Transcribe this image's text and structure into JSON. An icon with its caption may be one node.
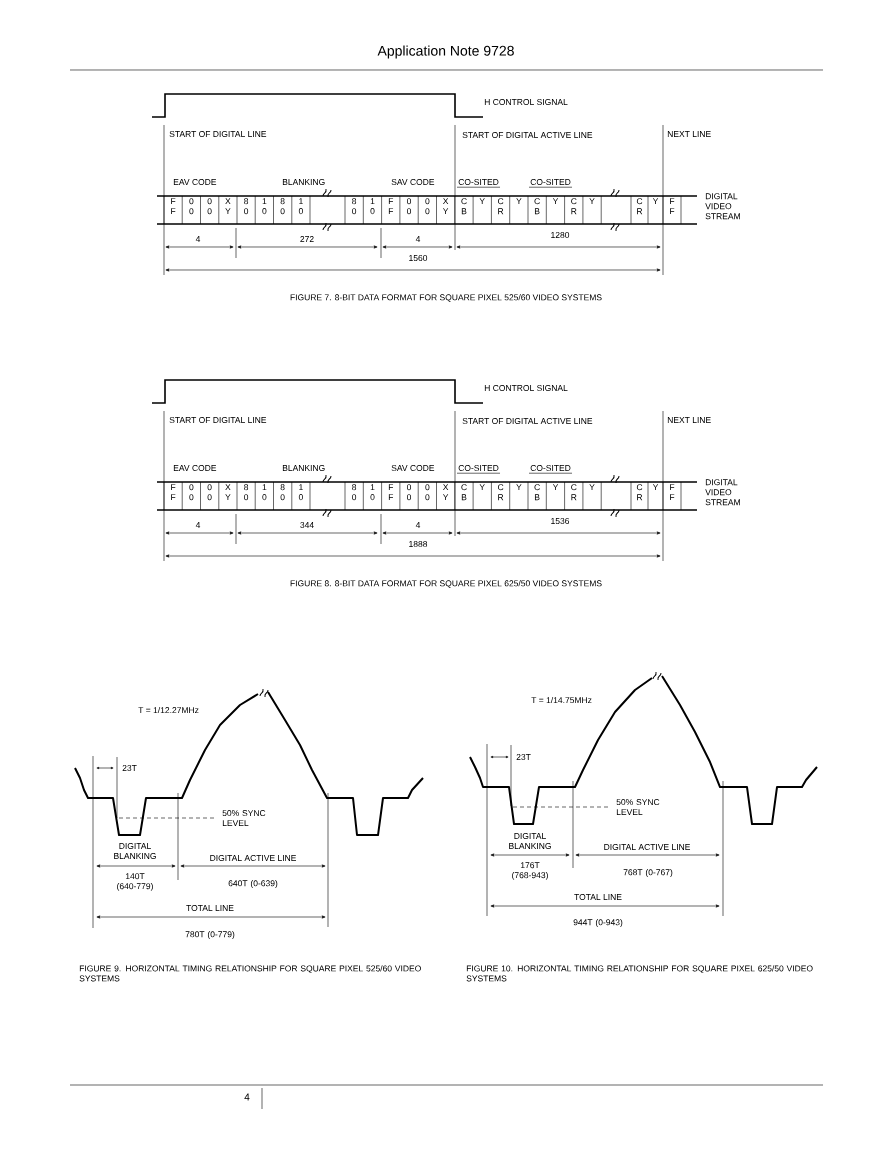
{
  "diagram": {
    "title": "Application Note 9728",
    "labels": [
      "H CONTROL SIGNAL",
      "START OF DIGITAL LINE",
      "START OF DIGITAL ACTIVE LINE",
      "NEXT LINE",
      "EAV CODE",
      "BLANKING",
      "SAV CODE",
      "CO-SITED",
      "CO-SITED",
      "DIGITAL VIDEO STREAM",
      "F F",
      "0 0",
      "0 0",
      "X Y",
      "8 0",
      "1 0",
      "8 0",
      "1 0",
      "8 0",
      "1 0",
      "F F",
      "0 0",
      "0 0",
      "X Y",
      "C B",
      "Y",
      "C R",
      "Y",
      "C B",
      "Y",
      "C R",
      "Y",
      "C R",
      "Y",
      "F F",
      "4",
      "272",
      "4",
      "1280",
      "1560",
      "FIGURE 7. 8-BIT DATA FORMAT FOR SQUARE PIXEL 525/60 VIDEO SYSTEMS",
      "H CONTROL SIGNAL",
      "START OF DIGITAL LINE",
      "START OF DIGITAL ACTIVE LINE",
      "NEXT LINE",
      "EAV CODE",
      "BLANKING",
      "SAV CODE",
      "CO-SITED",
      "CO-SITED",
      "DIGITAL VIDEO STREAM",
      "F F",
      "0 0",
      "0 0",
      "X Y",
      "8 0",
      "1 0",
      "8 0",
      "1 0",
      "8 0",
      "1 0",
      "F F",
      "0 0",
      "0 0",
      "X Y",
      "C B",
      "Y",
      "C R",
      "Y",
      "C B",
      "Y",
      "C R",
      "Y",
      "C R",
      "Y",
      "F F",
      "4",
      "344",
      "4",
      "1536",
      "1888",
      "FIGURE 8. 8-BIT DATA FORMAT FOR SQUARE PIXEL 625/50 VIDEO SYSTEMS",
      "T = 1/12.27MHz",
      "23T",
      "50% SYNC LEVEL",
      "DIGITAL BLANKING",
      "DIGITAL ACTIVE LINE",
      "140T (640-779)",
      "640T (0-639)",
      "TOTAL LINE",
      "780T (0-779)",
      "FIGURE 9. HORIZONTAL TIMING RELATIONSHIP FOR SQUARE PIXEL 525/60 VIDEO SYSTEMS",
      "T = 1/14.75MHz",
      "23T",
      "50% SYNC LEVEL",
      "DIGITAL BLANKING",
      "DIGITAL ACTIVE LINE",
      "176T (768-943)",
      "768T (0-767)",
      "TOTAL LINE",
      "944T (0-943)",
      "FIGURE 10. HORIZONTAL TIMING RELATIONSHIP FOR SQUARE PIXEL 625/50 VIDEO SYSTEMS",
      "4"
    ]
  }
}
